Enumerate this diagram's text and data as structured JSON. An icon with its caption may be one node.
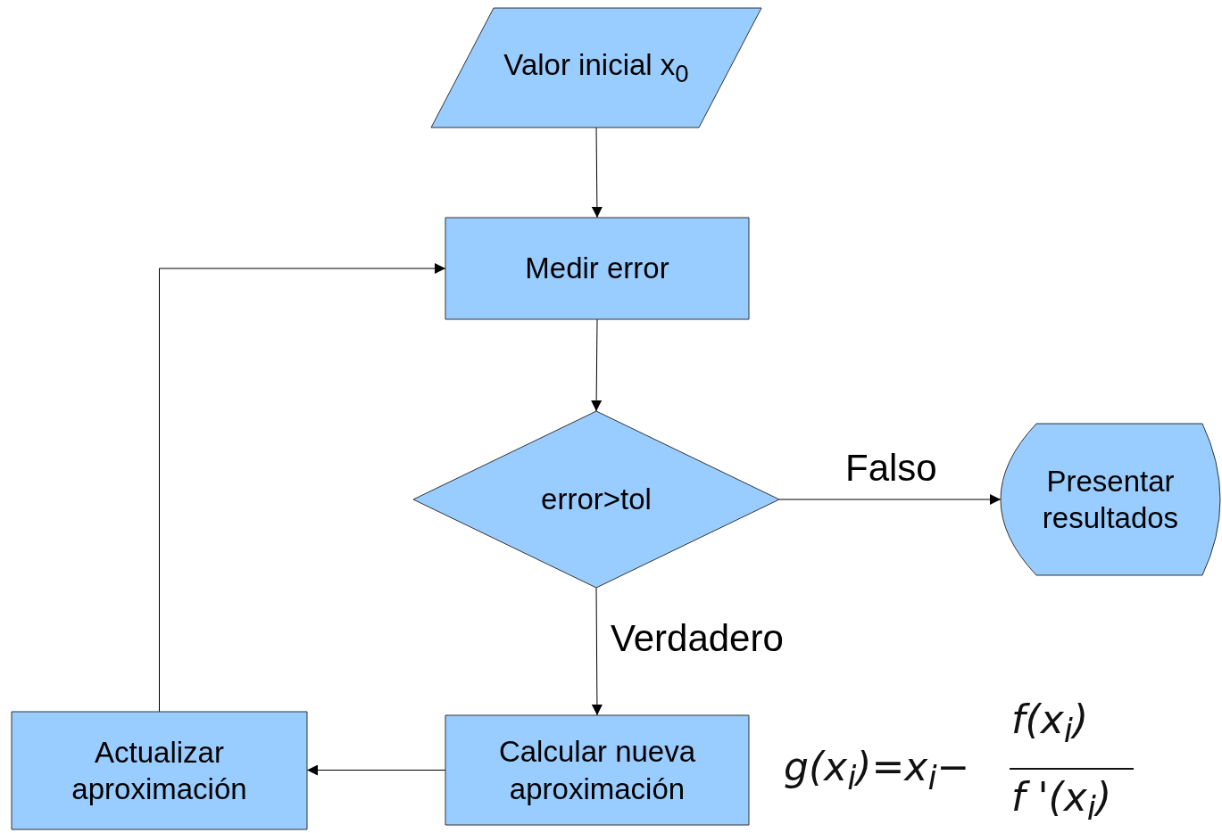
{
  "diagram": {
    "nodes": [
      {
        "text": [
          "Valor inicial x$_{0}$"
        ]
      },
      {
        "text": [
          "Medir error"
        ]
      },
      {
        "text": [
          "error>tol"
        ]
      },
      {
        "text": [
          "Presentar resultados"
        ]
      },
      {
        "text": [
          "Calcular nueva aproximación"
        ]
      },
      {
        "text": [
          "Actualizar aproximación"
        ]
      }
    ],
    "edges": [
      {
        "from": 0,
        "to": 1,
        "arrow": "to"
      },
      {
        "from": 1,
        "to": 2,
        "arrow": "to"
      },
      {
        "from": 2,
        "to": 3,
        "arrow": "to",
        "label": "Falso"
      },
      {
        "from": 2,
        "to": 4,
        "arrow": "to",
        "label": "Verdadero"
      },
      {
        "from": 4,
        "to": 5,
        "arrow": "to"
      },
      {
        "from": 5,
        "to": 1,
        "arrow": "to"
      }
    ],
    "labels": [
      "g(x$_{i}$)=x$_{i}$−",
      "f(x$_{i}$)",
      "f '(x$_{i}$)"
    ]
  }
}
